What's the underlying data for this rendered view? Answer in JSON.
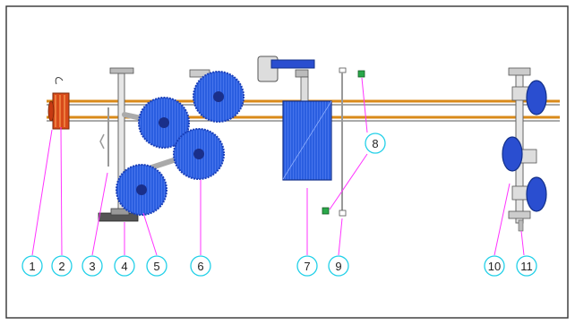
{
  "colors": {
    "rail": "#d98a1a",
    "brush": "#2255dd",
    "brush_dark": "#1133aa",
    "frame": "#9a9a9a",
    "callout_line": "#ff33ff",
    "callout_circle": "#22d0e8",
    "green_sensor": "#2aa84a"
  },
  "callouts": [
    {
      "id": "1",
      "label": "1"
    },
    {
      "id": "2",
      "label": "2"
    },
    {
      "id": "3",
      "label": "3"
    },
    {
      "id": "4",
      "label": "4"
    },
    {
      "id": "5",
      "label": "5"
    },
    {
      "id": "6",
      "label": "6"
    },
    {
      "id": "7",
      "label": "7"
    },
    {
      "id": "8",
      "label": "8"
    },
    {
      "id": "9",
      "label": "9"
    },
    {
      "id": "10",
      "label": "10"
    },
    {
      "id": "11",
      "label": "11"
    }
  ]
}
